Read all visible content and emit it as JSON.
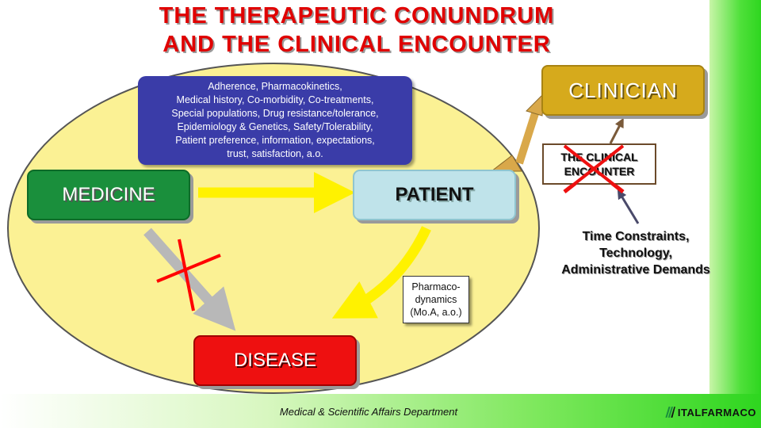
{
  "title": {
    "line1": "THE THERAPEUTIC CONUNDRUM",
    "line2": "AND THE CLINICAL ENCOUNTER"
  },
  "factors_box": {
    "text": "Adherence, Pharmacokinetics,\nMedical history, Co-morbidity, Co-treatments,\nSpecial populations, Drug resistance/tolerance,\nEpidemiology & Genetics, Safety/Tolerability,\nPatient preference, information, expectations,\ntrust, satisfaction, a.o."
  },
  "nodes": {
    "medicine": "MEDICINE",
    "patient": "PATIENT",
    "clinician": "CLINICIAN",
    "clinical_encounter": "THE CLINICAL\nENCOUNTER",
    "disease": "DISEASE",
    "pharmacodynamics": "Pharmaco-\ndynamics\n(Mo.A, a.o.)",
    "constraints": "Time Constraints,\nTechnology,\nAdministrative Demands"
  },
  "footer": {
    "department": "Medical & Scientific Affairs Department",
    "logo": "ITALFARMACO"
  },
  "colors": {
    "title_red": "#e00000",
    "ellipse_fill": "#fbf194",
    "medicine_green": "#1a8f3c",
    "patient_blue": "#bfe3ea",
    "clinician_gold": "#d6aa1c",
    "disease_red": "#ee1010",
    "factors_navy": "#3a3ca8",
    "arrow_yellow": "#fff200",
    "arrow_tan": "#d9a84a"
  }
}
